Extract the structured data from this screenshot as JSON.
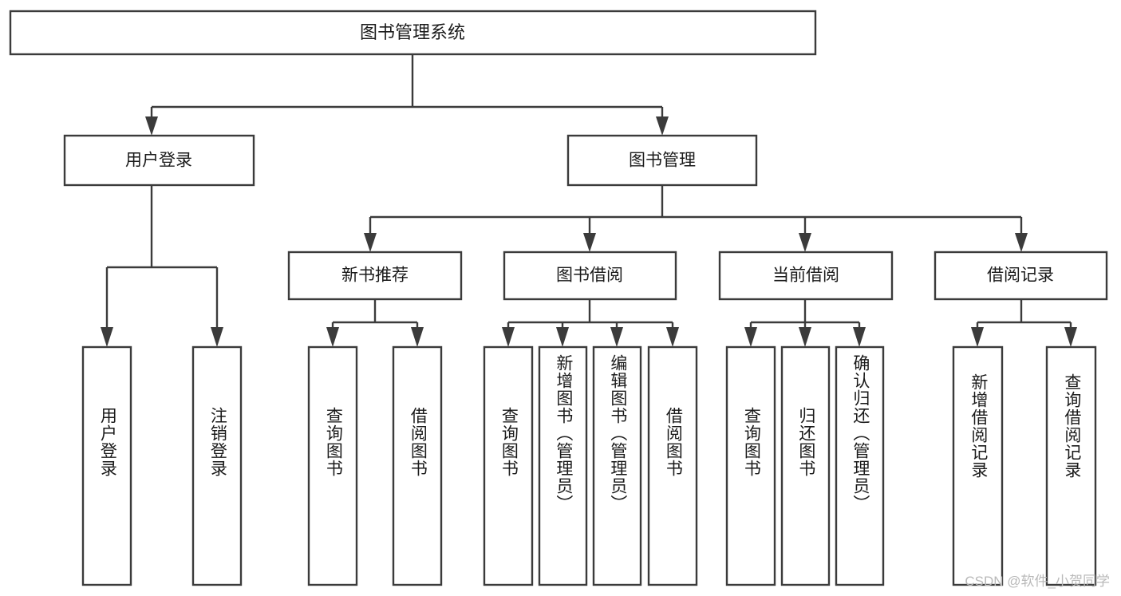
{
  "diagram": {
    "title": "图书管理系统",
    "watermark": "CSDN @软件_小贺同学",
    "colors": {
      "stroke": "#3b3b3b",
      "fill": "#ffffff",
      "text": "#1a1a1a",
      "watermark": "#b9b9b9",
      "background": "#ffffff"
    },
    "root": {
      "label": "图书管理系统"
    },
    "level2": [
      {
        "label": "用户登录"
      },
      {
        "label": "图书管理"
      }
    ],
    "level3": [
      {
        "label": "新书推荐"
      },
      {
        "label": "图书借阅"
      },
      {
        "label": "当前借阅"
      },
      {
        "label": "借阅记录"
      }
    ],
    "leaves": {
      "user_login": [
        {
          "label": "用户登录"
        },
        {
          "label": "注销登录"
        }
      ],
      "new_book_recommend": [
        {
          "label": "查询图书"
        },
        {
          "label": "借阅图书"
        }
      ],
      "book_borrow": [
        {
          "label": "查询图书"
        },
        {
          "label": "新增图书（管理员）"
        },
        {
          "label": "编辑图书（管理员）"
        },
        {
          "label": "借阅图书"
        }
      ],
      "current_borrow": [
        {
          "label": "查询图书"
        },
        {
          "label": "归还图书"
        },
        {
          "label": "确认归还（管理员）"
        }
      ],
      "borrow_record": [
        {
          "label": "新增借阅记录"
        },
        {
          "label": "查询借阅记录"
        }
      ]
    }
  },
  "chart_data": {
    "type": "diagram",
    "title": "图书管理系统",
    "structure": "tree",
    "nodes": [
      {
        "id": "root",
        "label": "图书管理系统",
        "level": 0,
        "parent": null
      },
      {
        "id": "user-login",
        "label": "用户登录",
        "level": 1,
        "parent": "root"
      },
      {
        "id": "book-manage",
        "label": "图书管理",
        "level": 1,
        "parent": "root"
      },
      {
        "id": "user-login-leaf",
        "label": "用户登录",
        "level": 2,
        "parent": "user-login"
      },
      {
        "id": "logout-leaf",
        "label": "注销登录",
        "level": 2,
        "parent": "user-login"
      },
      {
        "id": "new-book",
        "label": "新书推荐",
        "level": 2,
        "parent": "book-manage"
      },
      {
        "id": "book-borrow",
        "label": "图书借阅",
        "level": 2,
        "parent": "book-manage"
      },
      {
        "id": "current-borrow",
        "label": "当前借阅",
        "level": 2,
        "parent": "book-manage"
      },
      {
        "id": "borrow-record",
        "label": "借阅记录",
        "level": 2,
        "parent": "book-manage"
      },
      {
        "id": "nb-query",
        "label": "查询图书",
        "level": 3,
        "parent": "new-book"
      },
      {
        "id": "nb-borrow",
        "label": "借阅图书",
        "level": 3,
        "parent": "new-book"
      },
      {
        "id": "bb-query",
        "label": "查询图书",
        "level": 3,
        "parent": "book-borrow"
      },
      {
        "id": "bb-add",
        "label": "新增图书（管理员）",
        "level": 3,
        "parent": "book-borrow"
      },
      {
        "id": "bb-edit",
        "label": "编辑图书（管理员）",
        "level": 3,
        "parent": "book-borrow"
      },
      {
        "id": "bb-borrow",
        "label": "借阅图书",
        "level": 3,
        "parent": "book-borrow"
      },
      {
        "id": "cb-query",
        "label": "查询图书",
        "level": 3,
        "parent": "current-borrow"
      },
      {
        "id": "cb-return",
        "label": "归还图书",
        "level": 3,
        "parent": "current-borrow"
      },
      {
        "id": "cb-confirm",
        "label": "确认归还（管理员）",
        "level": 3,
        "parent": "current-borrow"
      },
      {
        "id": "br-add",
        "label": "新增借阅记录",
        "level": 3,
        "parent": "borrow-record"
      },
      {
        "id": "br-query",
        "label": "查询借阅记录",
        "level": 3,
        "parent": "borrow-record"
      }
    ]
  }
}
